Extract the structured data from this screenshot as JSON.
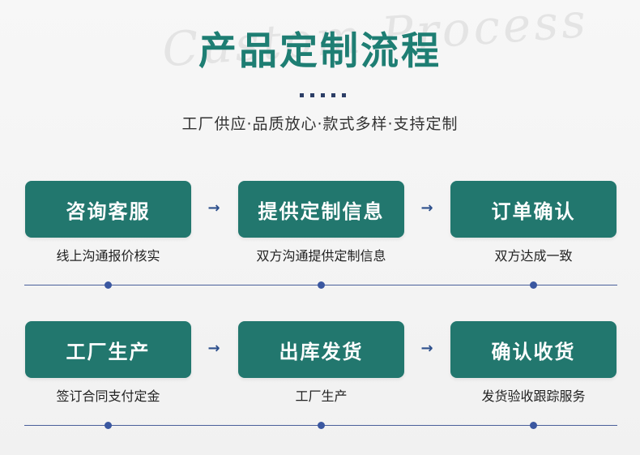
{
  "header": {
    "watermark": "Custom Process",
    "title": "产品定制流程",
    "subtitle": "工厂供应·品质放心·款式多样·支持定制"
  },
  "rows": [
    {
      "steps": [
        {
          "label": "咨询客服",
          "caption": "线上沟通报价核实"
        },
        {
          "label": "提供定制信息",
          "caption": "双方沟通提供定制信息"
        },
        {
          "label": "订单确认",
          "caption": "双方达成一致"
        }
      ]
    },
    {
      "steps": [
        {
          "label": "工厂生产",
          "caption": "签订合同支付定金"
        },
        {
          "label": "出库发货",
          "caption": "工厂生产"
        },
        {
          "label": "确认收货",
          "caption": "发货验收跟踪服务"
        }
      ]
    }
  ],
  "icons": {
    "arrow": "right-arrow-icon",
    "node": "timeline-dot"
  },
  "colors": {
    "accent": "#1e7e73",
    "box": "#22776e",
    "line": "#4a5f9a"
  }
}
